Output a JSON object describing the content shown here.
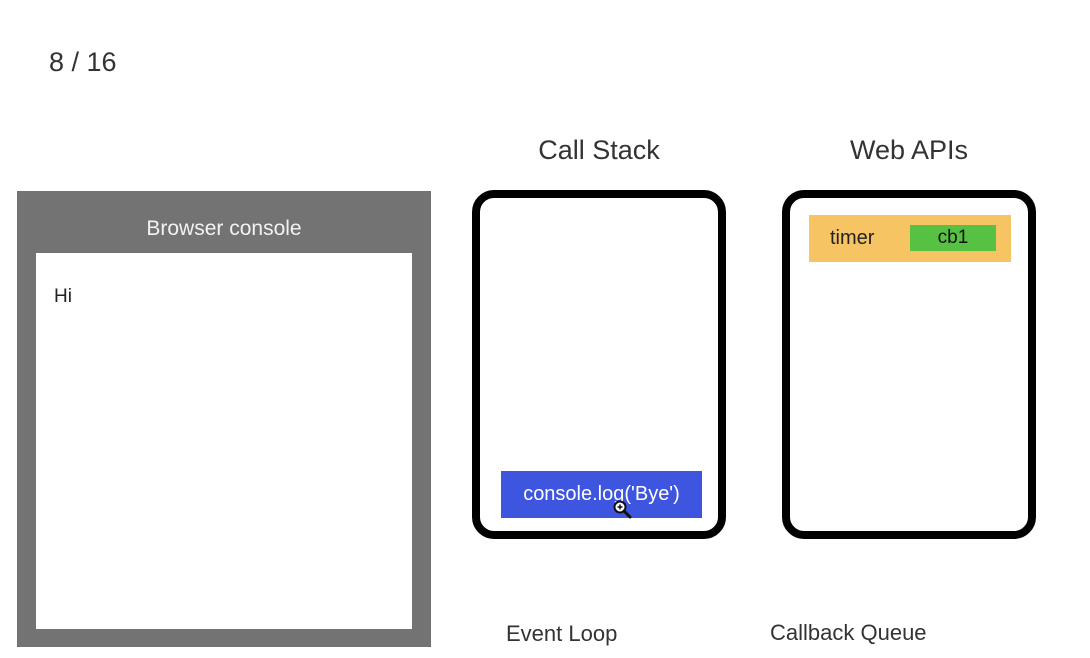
{
  "slide": {
    "page_counter": "8 / 16"
  },
  "console": {
    "title": "Browser console",
    "lines": [
      "Hi"
    ]
  },
  "call_stack": {
    "title": "Call Stack",
    "frames": [
      "console.log('Bye')"
    ]
  },
  "web_apis": {
    "title": "Web APIs",
    "items": [
      {
        "label": "timer",
        "callback": "cb1"
      }
    ]
  },
  "event_loop": {
    "label": "Event Loop"
  },
  "callback_queue": {
    "label": "Callback Queue"
  },
  "colors": {
    "console_frame": "#737373",
    "stack_frame": "#3e55e0",
    "timer_bg": "#f6c462",
    "callback_chip": "#56c143"
  },
  "icons": {
    "cursor": "zoom-cursor-icon"
  }
}
